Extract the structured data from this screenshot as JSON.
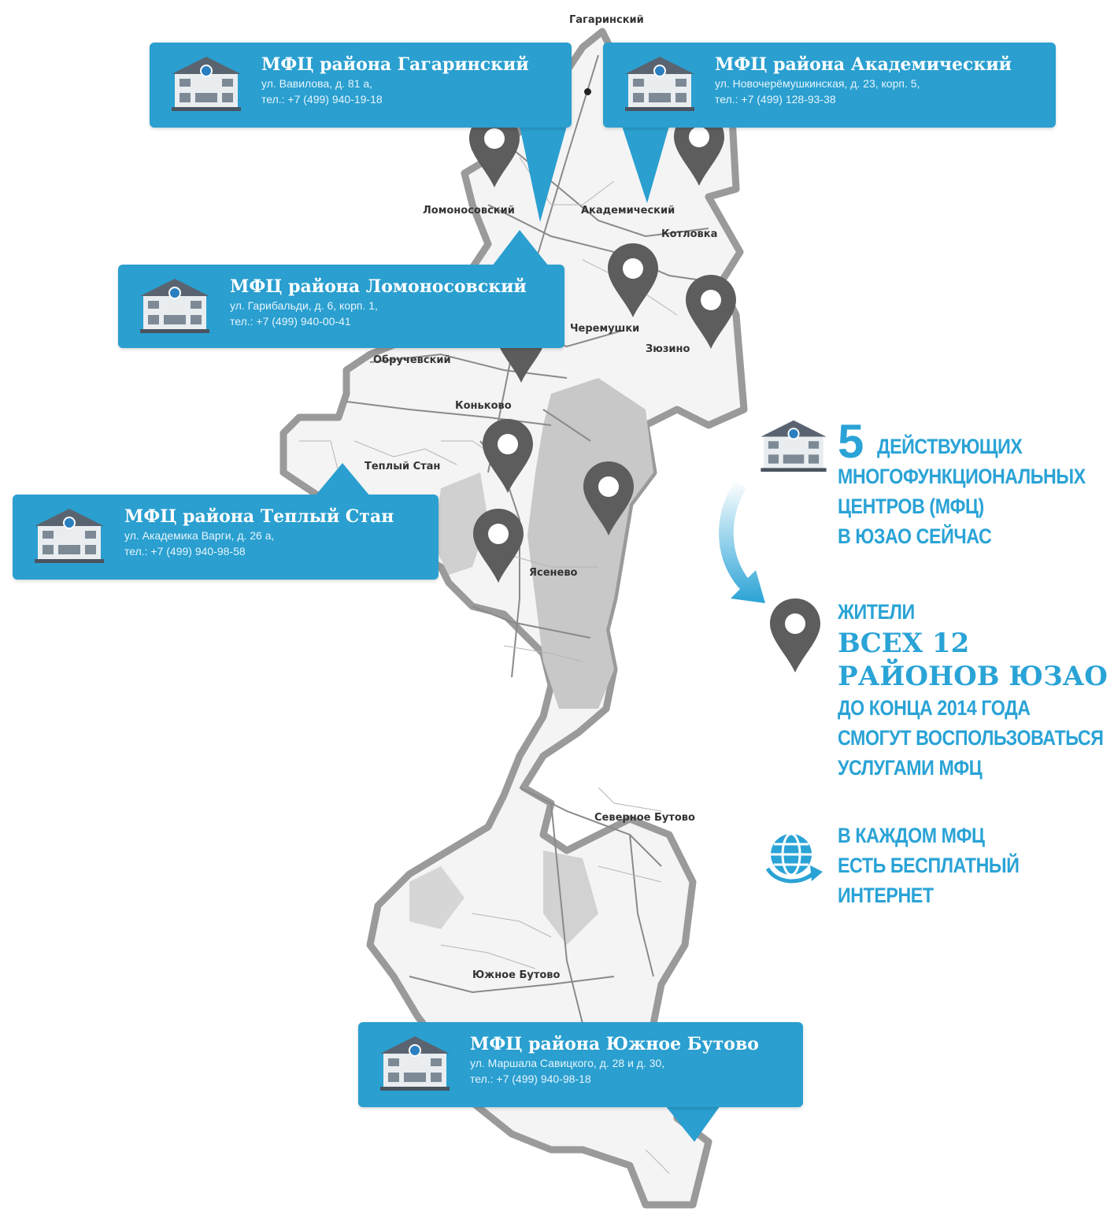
{
  "districts": {
    "gagarinsky": "Гагаринский",
    "lomonosovsky": "Ломоносовский",
    "akademichesky": "Академический",
    "kotlovka": "Котловка",
    "cheryomushki": "Черемушки",
    "zyuzino": "Зюзино",
    "obruchevsky": "Обручевский",
    "konkovo": "Коньково",
    "tyoply_stan": "Теплый Стан",
    "yasenevo": "Ясенево",
    "severnoye_butovo": "Северное Бутово",
    "yuzhnoye_butovo": "Южное Бутово"
  },
  "callouts": [
    {
      "title": "МФЦ района Гагаринский",
      "address": "ул. Вавилова, д. 81 а,",
      "phone": "тел.: +7 (499) 940-19-18"
    },
    {
      "title": "МФЦ района Академический",
      "address": "ул. Новочерёмушкинская, д. 23, корп. 5,",
      "phone": "тел.: +7 (499) 128-93-38"
    },
    {
      "title": "МФЦ района Ломоносовский",
      "address": "ул. Гарибальди, д. 6, корп. 1,",
      "phone": "тел.: +7 (499) 940-00-41"
    },
    {
      "title": "МФЦ района Теплый Стан",
      "address": "ул. Академика Варги, д. 26 а,",
      "phone": "тел.: +7 (499) 940-98-58"
    },
    {
      "title": "МФЦ района Южное Бутово",
      "address": "ул. Маршала Савицкого, д. 28 и д. 30,",
      "phone": "тел.: +7 (499) 940-98-18"
    }
  ],
  "info": {
    "count": "5",
    "count_l1": "ДЕЙСТВУЮЩИХ",
    "count_l2": "МНОГОФУНКЦИОНАЛЬНЫХ",
    "count_l3": "ЦЕНТРОВ (МФЦ)",
    "count_l4": "В ЮЗАО СЕЙЧАС",
    "res_l1": "ЖИТЕЛИ",
    "res_l2": "ВСЕХ 12",
    "res_l3": "РАЙОНОВ ЮЗАО",
    "res_l4": "ДО КОНЦА 2014 ГОДА",
    "res_l5": "СМОГУТ ВОСПОЛЬЗОВАТЬСЯ",
    "res_l6": "УСЛУГАМИ МФЦ",
    "net_l1": "В КАЖДОМ МФЦ",
    "net_l2": "ЕСТЬ БЕСПЛАТНЫЙ",
    "net_l3": "ИНТЕРНЕТ"
  },
  "colors": {
    "accent": "#2a9fd0",
    "text_accent": "#2aa3d6",
    "pin": "#666666",
    "map_fill": "#f4f4f4",
    "map_border": "#9a9a9a",
    "park": "#c8c8c8"
  },
  "icons": {
    "building": "building-icon",
    "pin": "map-pin-icon",
    "globe": "globe-icon",
    "arrow": "curved-arrow-icon"
  }
}
